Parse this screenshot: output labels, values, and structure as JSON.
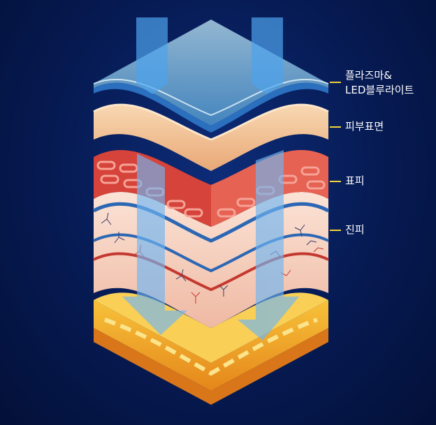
{
  "labels": {
    "plasma_line1": "플라즈마&",
    "plasma_line2": "LED블루라이트",
    "skin_surface": "피부표면",
    "epidermis": "표피",
    "dermis": "진피"
  },
  "colors": {
    "background": "#061a52",
    "leader": "#f2d23c",
    "plasma_layer": "#9ed3ee",
    "surface_layer": "#f4c598",
    "epidermis_layer": "#d9463a",
    "dermis_layer": "#f6d3c4",
    "fat_layer": "#f2a51e",
    "light_arrow": "#6fb6f2"
  },
  "icons": {
    "down_arrows": "light-arrow-down-icon",
    "up_arrows": "light-arrow-up-icon"
  }
}
